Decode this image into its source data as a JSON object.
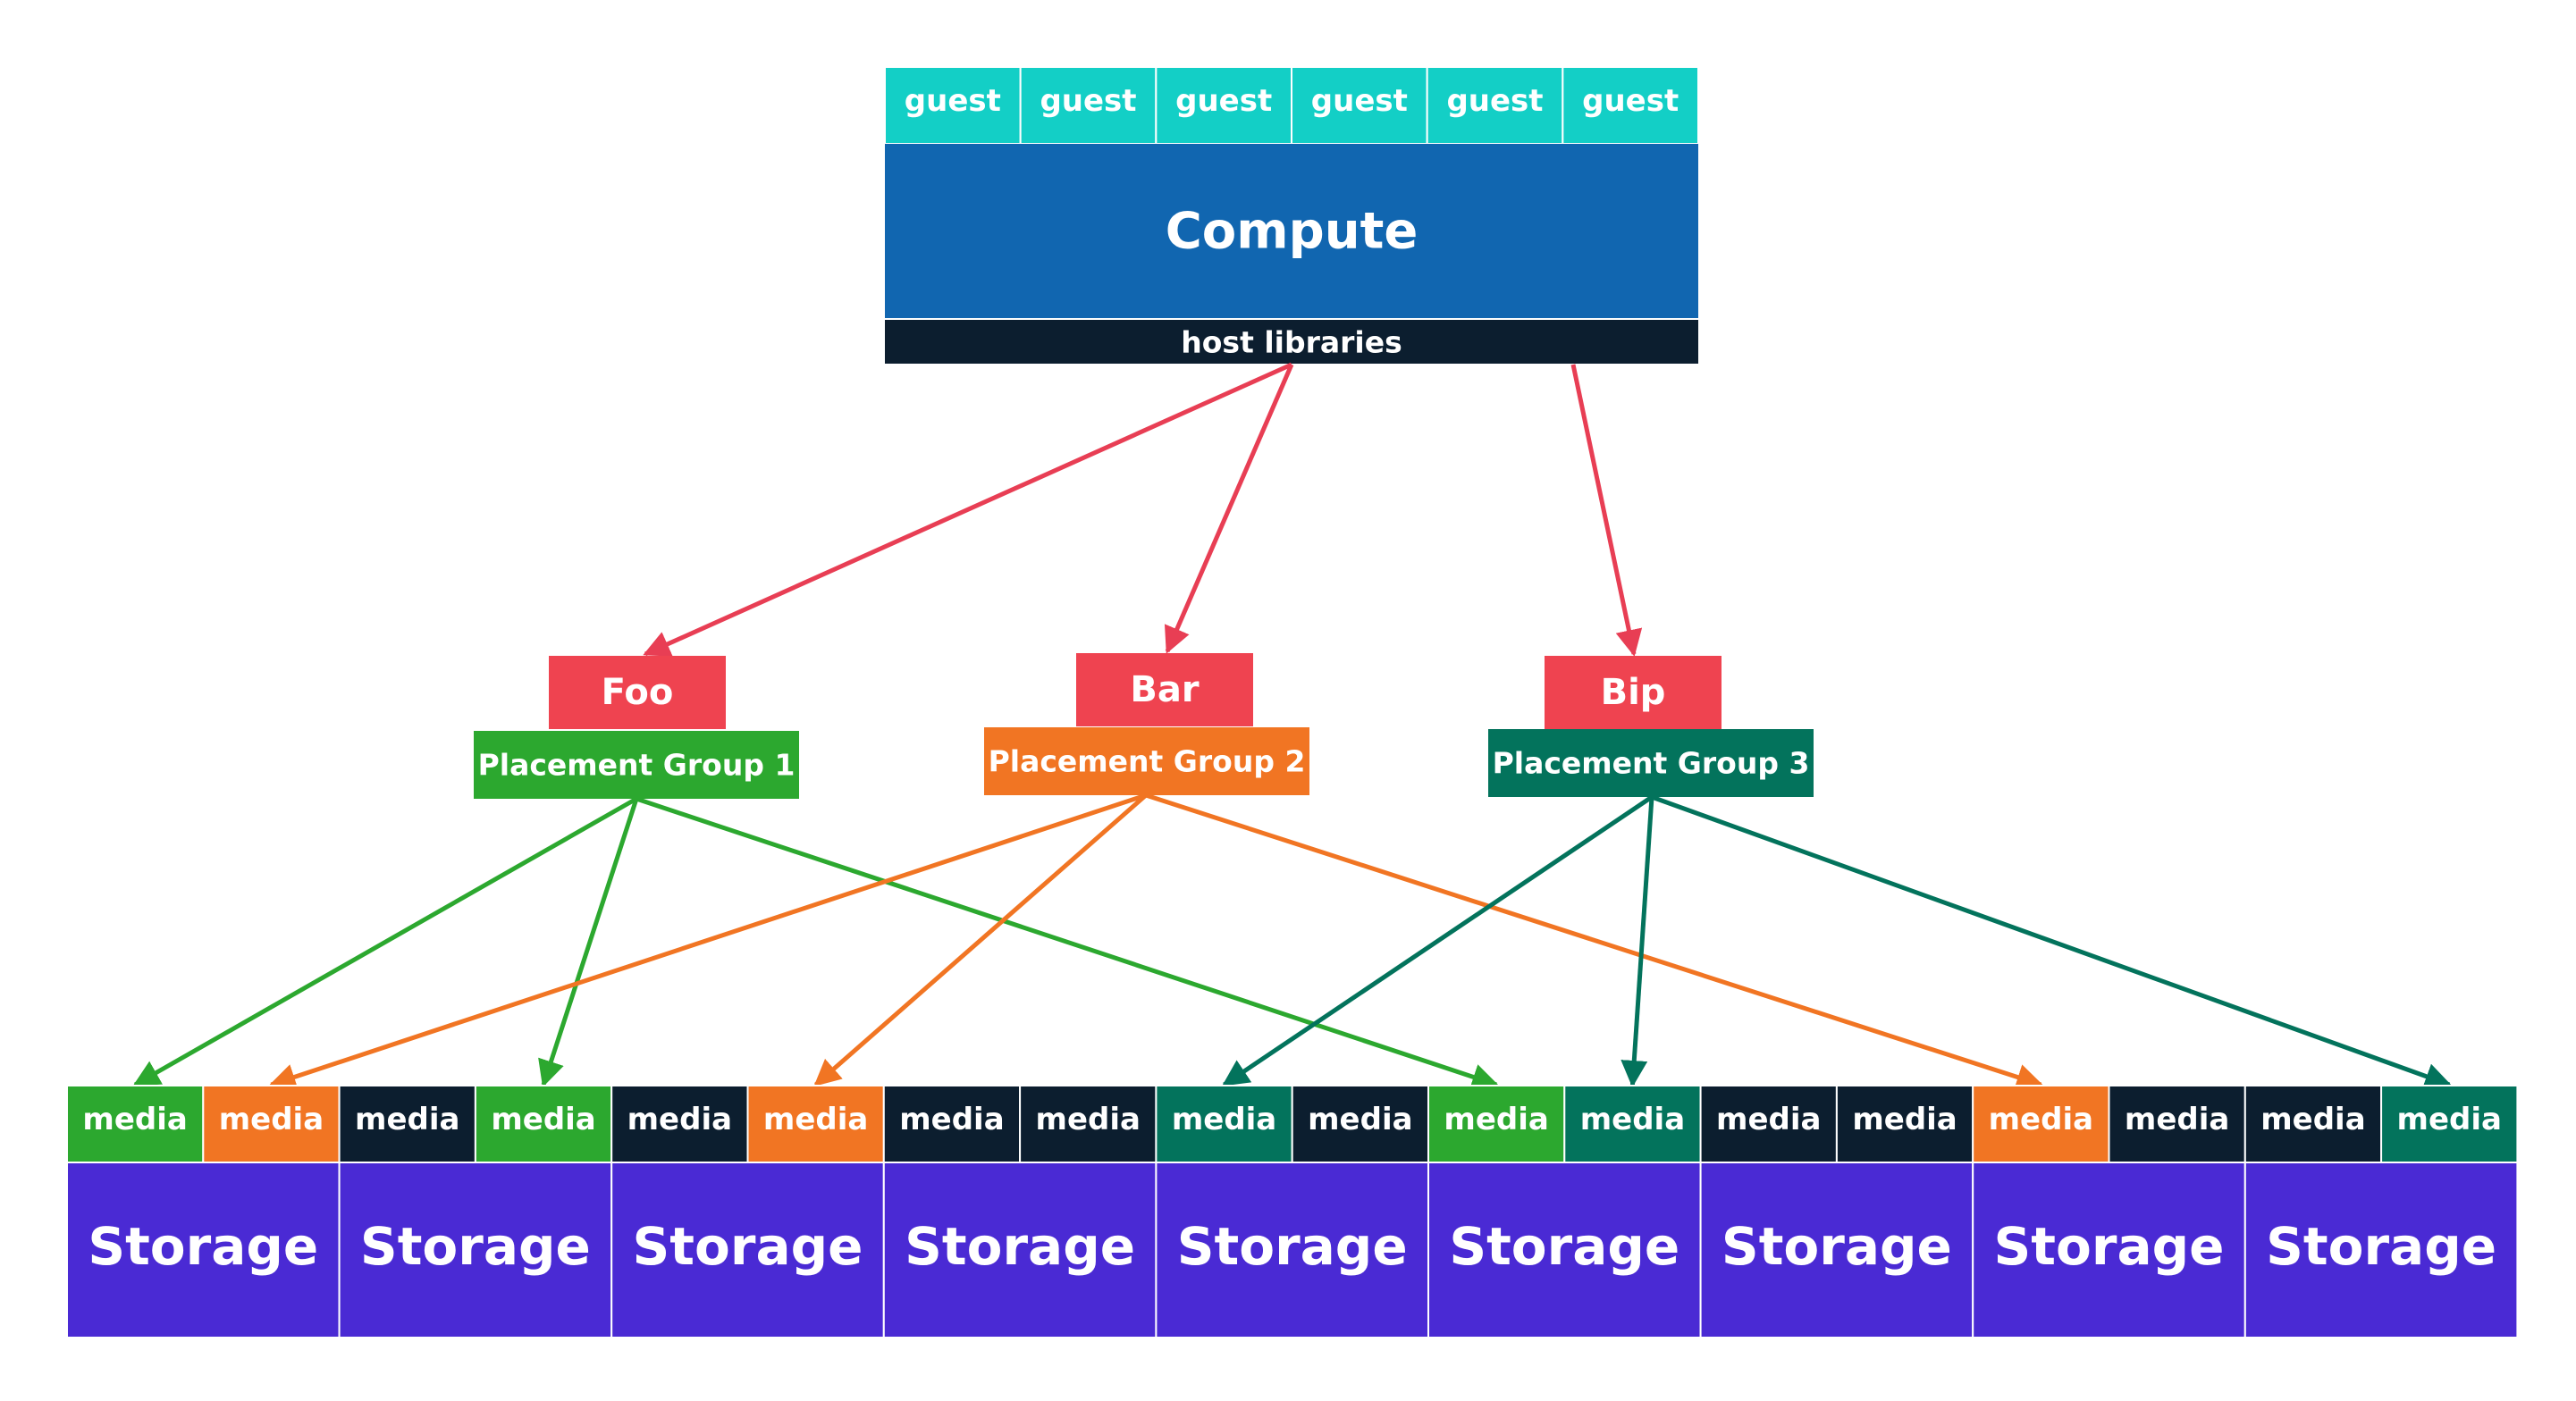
{
  "colors": {
    "guest": "#13CFC6",
    "compute": "#1166B0",
    "host": "#0C1E2F",
    "tag": "#EF4350",
    "arrow": "#E83E54",
    "green": "#2CA82F",
    "orange": "#F17523",
    "teal": "#03735C",
    "dark": "#0C1E2F",
    "storage": "#4A2AD4",
    "border": "#ffffff"
  },
  "compute": {
    "guests": [
      "guest",
      "guest",
      "guest",
      "guest",
      "guest",
      "guest"
    ],
    "title": "Compute",
    "host": "host libraries"
  },
  "groups": [
    {
      "tag": "Foo",
      "label": "Placement Group 1",
      "color": "green"
    },
    {
      "tag": "Bar",
      "label": "Placement Group 2",
      "color": "orange"
    },
    {
      "tag": "Bip",
      "label": "Placement Group 3",
      "color": "teal"
    }
  ],
  "storage": [
    {
      "label": "Storage",
      "media": [
        {
          "label": "media",
          "color": "green"
        },
        {
          "label": "media",
          "color": "orange"
        }
      ]
    },
    {
      "label": "Storage",
      "media": [
        {
          "label": "media",
          "color": "dark"
        },
        {
          "label": "media",
          "color": "green"
        }
      ]
    },
    {
      "label": "Storage",
      "media": [
        {
          "label": "media",
          "color": "dark"
        },
        {
          "label": "media",
          "color": "orange"
        }
      ]
    },
    {
      "label": "Storage",
      "media": [
        {
          "label": "media",
          "color": "dark"
        },
        {
          "label": "media",
          "color": "dark"
        }
      ]
    },
    {
      "label": "Storage",
      "media": [
        {
          "label": "media",
          "color": "teal"
        },
        {
          "label": "media",
          "color": "dark"
        }
      ]
    },
    {
      "label": "Storage",
      "media": [
        {
          "label": "media",
          "color": "green"
        },
        {
          "label": "media",
          "color": "teal"
        }
      ]
    },
    {
      "label": "Storage",
      "media": [
        {
          "label": "media",
          "color": "dark"
        },
        {
          "label": "media",
          "color": "dark"
        }
      ]
    },
    {
      "label": "Storage",
      "media": [
        {
          "label": "media",
          "color": "orange"
        },
        {
          "label": "media",
          "color": "dark"
        }
      ]
    },
    {
      "label": "Storage",
      "media": [
        {
          "label": "media",
          "color": "dark"
        },
        {
          "label": "media",
          "color": "teal"
        }
      ]
    }
  ],
  "links": {
    "compute_to_tags": [
      0,
      1,
      2
    ],
    "group_to_media": [
      {
        "group": 0,
        "media": [
          0,
          3,
          10
        ]
      },
      {
        "group": 1,
        "media": [
          1,
          5,
          14
        ]
      },
      {
        "group": 2,
        "media": [
          8,
          11,
          17
        ]
      }
    ]
  }
}
